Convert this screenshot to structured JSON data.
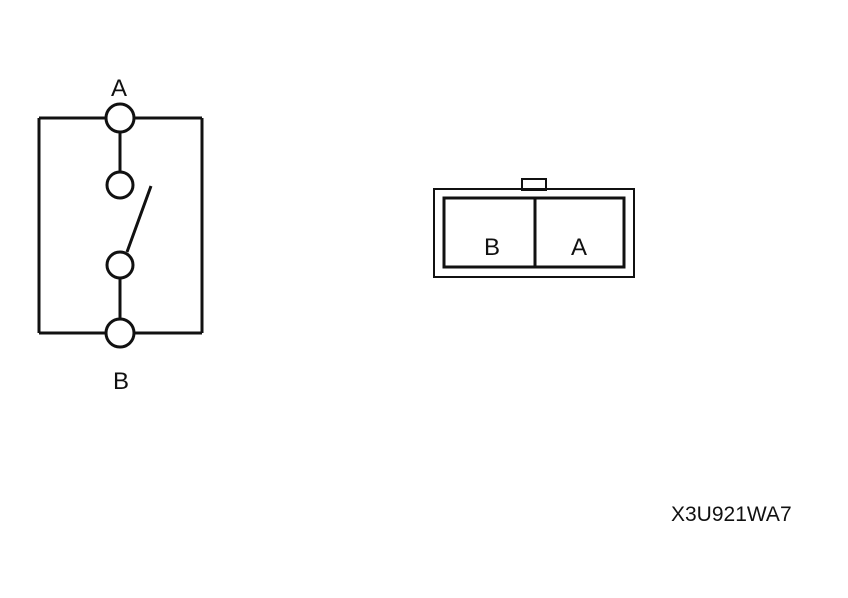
{
  "switch_symbol": {
    "terminal_top_label": "A",
    "terminal_bottom_label": "B"
  },
  "connector": {
    "left_cavity_label": "B",
    "right_cavity_label": "A"
  },
  "reference_code": "X3U921WA7",
  "colors": {
    "line": "#111111",
    "background": "#ffffff"
  }
}
